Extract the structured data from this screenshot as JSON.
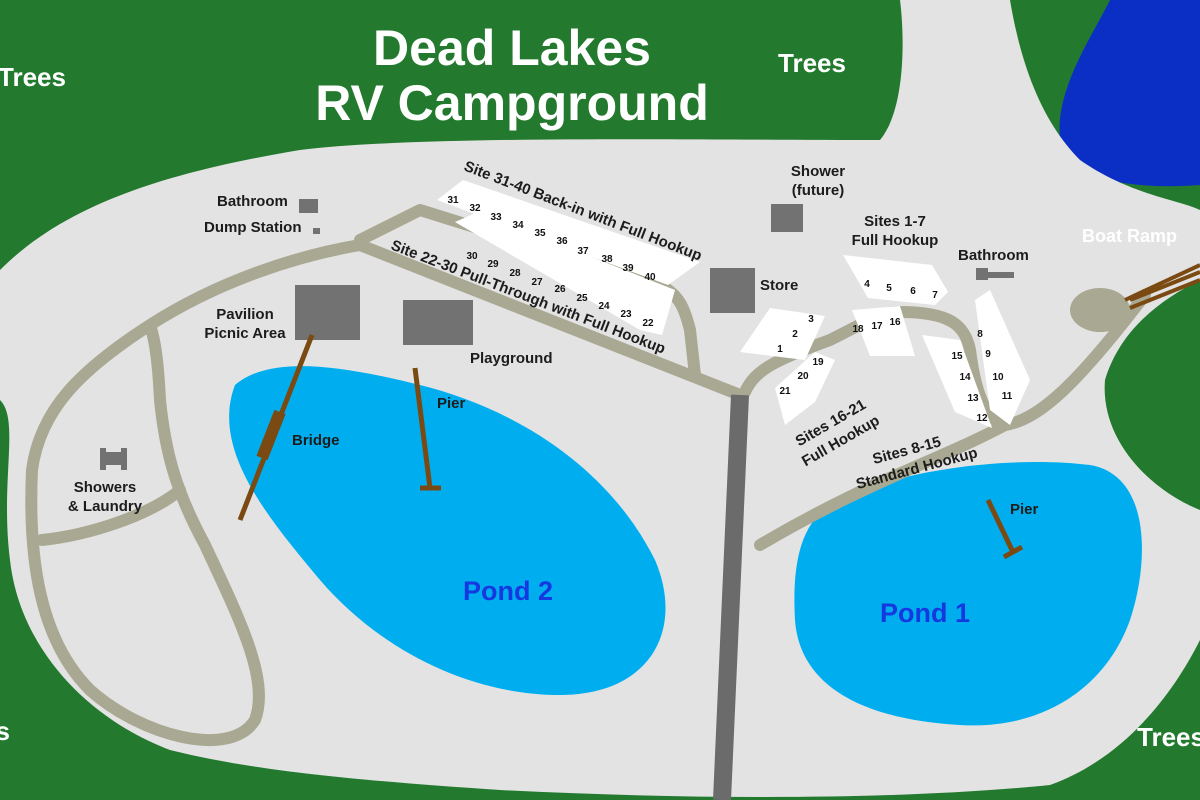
{
  "title": {
    "line1": "Dead Lakes",
    "line2": "RV Campground"
  },
  "trees_labels": [
    "Trees",
    "Trees",
    "Trees",
    "Trees"
  ],
  "labels": {
    "boat_ramp": "Boat Ramp",
    "bathroom_left": "Bathroom",
    "dump_station": "Dump Station",
    "shower_future_1": "Shower",
    "shower_future_2": "(future)",
    "sites_1_7_line1": "Sites 1-7",
    "sites_1_7_line2": "Full Hookup",
    "bathroom_right": "Bathroom",
    "store": "Store",
    "pavilion_line1": "Pavilion",
    "pavilion_line2": "Picnic Area",
    "playground": "Playground",
    "pier_pond2": "Pier",
    "bridge": "Bridge",
    "showers_line1": "Showers",
    "showers_line2": "& Laundry",
    "pond2": "Pond 2",
    "pond1": "Pond 1",
    "pier_pond1": "Pier",
    "sites_16_21_line1": "Sites 16-21",
    "sites_16_21_line2": "Full Hookup",
    "sites_8_15_line1": "Sites 8-15",
    "sites_8_15_line2": "Standard Hookup",
    "sites_31_40": "Site 31-40 Back-in with Full Hookup",
    "sites_22_30": "Site 22-30 Pull-Through with Full Hookup"
  },
  "sites": [
    "1",
    "2",
    "3",
    "4",
    "5",
    "6",
    "7",
    "8",
    "9",
    "10",
    "11",
    "12",
    "13",
    "14",
    "15",
    "16",
    "17",
    "18",
    "19",
    "20",
    "21",
    "22",
    "23",
    "24",
    "25",
    "26",
    "27",
    "28",
    "29",
    "30",
    "31",
    "32",
    "33",
    "34",
    "35",
    "36",
    "37",
    "38",
    "39",
    "40"
  ],
  "colors": {
    "forest": "#237a2e",
    "ground": "#e3e3e3",
    "road": "#a9a993",
    "main_road": "#6b6b6b",
    "pond": "#00aeef",
    "lake": "#0b2fc4",
    "wood": "#7a4a12"
  }
}
